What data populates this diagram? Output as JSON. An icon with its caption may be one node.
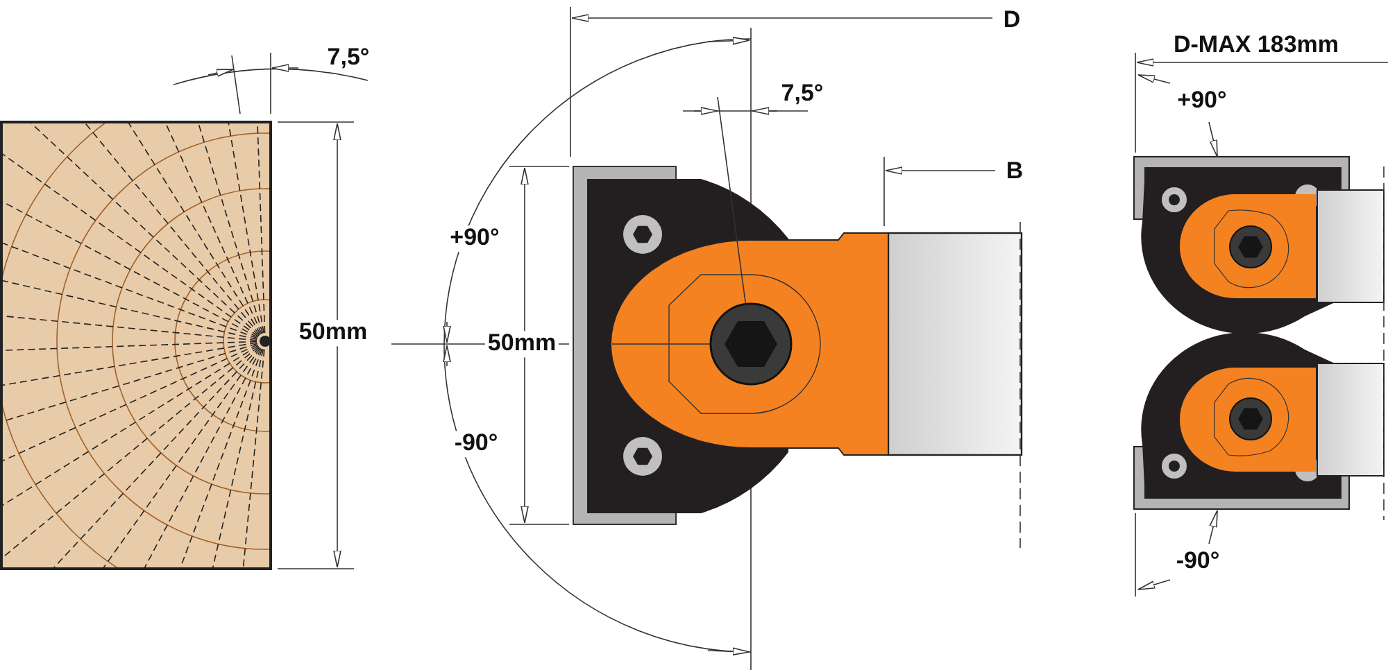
{
  "diagram": {
    "labels": [
      "D",
      "D-MAX 183mm",
      "7,5°",
      "7,5°",
      "+90°",
      "B",
      "+90°",
      "50mm",
      "50mm",
      "-90°",
      "-90°"
    ]
  }
}
